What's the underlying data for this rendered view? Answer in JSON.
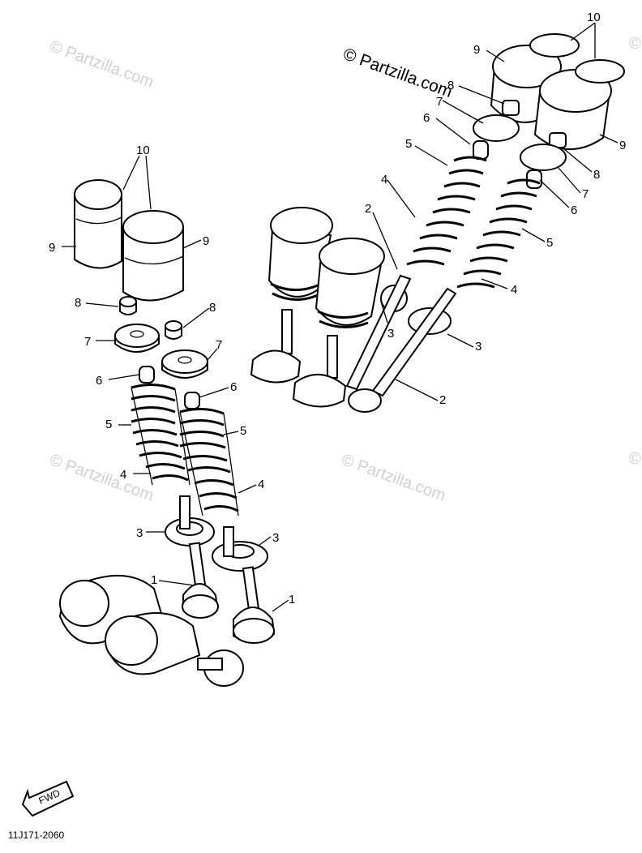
{
  "watermarks": [
    {
      "id": "wm-top",
      "text": "© Partzilla.com"
    },
    {
      "id": "wm-1",
      "text": "© Partzilla.com"
    },
    {
      "id": "wm-2",
      "text": "© Partzilla.com"
    },
    {
      "id": "wm-3",
      "text": "© Partzilla.com"
    },
    {
      "id": "wm-4",
      "text": "©"
    },
    {
      "id": "wm-5",
      "text": "©"
    }
  ],
  "callouts": {
    "c1a": "1",
    "c1b": "1",
    "c2a": "2",
    "c2b": "2",
    "c3a": "3",
    "c3b": "3",
    "c3c": "3",
    "c3d": "3",
    "c4a": "4",
    "c4b": "4",
    "c4c": "4",
    "c4d": "4",
    "c5a": "5",
    "c5b": "5",
    "c5c": "5",
    "c5d": "5",
    "c6a": "6",
    "c6b": "6",
    "c6c": "6",
    "c6d": "6",
    "c7a": "7",
    "c7b": "7",
    "c7c": "7",
    "c7d": "7",
    "c8a": "8",
    "c8b": "8",
    "c8c": "8",
    "c8d": "8",
    "c9a": "9",
    "c9b": "9",
    "c9c": "9",
    "c9d": "9",
    "c10a": "10",
    "c10b": "10"
  },
  "fwd_label": "FWD",
  "diagram_code": "11J171-2060",
  "colors": {
    "line": "#000000",
    "watermark": "#d0d0d0",
    "background": "#ffffff"
  }
}
